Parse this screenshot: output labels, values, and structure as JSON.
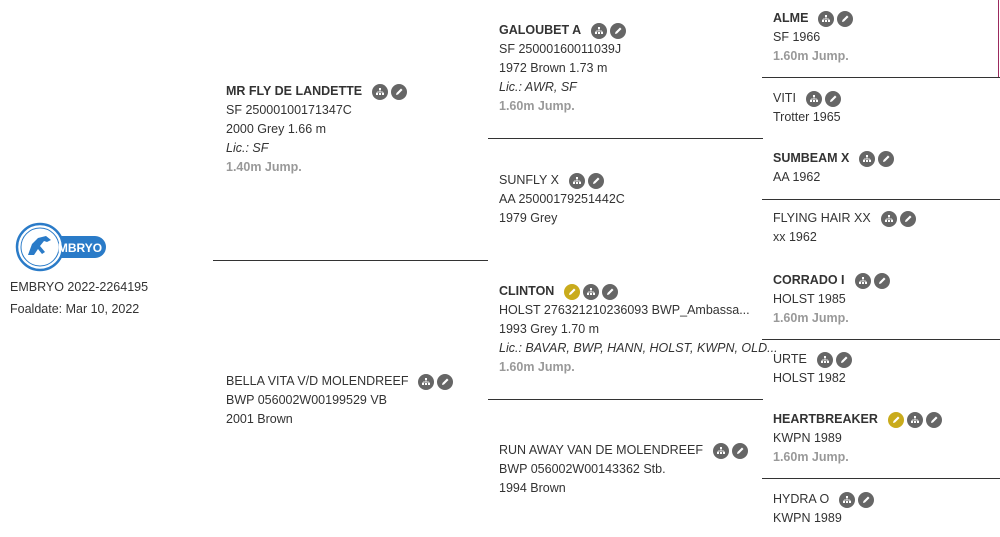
{
  "subject": {
    "logo_text": "EMBRYO",
    "id_line": "EMBRYO 2022-2264195",
    "foaldate": "Foaldate: Mar 10, 2022"
  },
  "sire": {
    "name": "MR FLY DE LANDETTE",
    "reg": "SF 25000100171347C",
    "desc": "2000 Grey 1.66 m",
    "lic": "Lic.: SF",
    "jump": "1.40m Jump."
  },
  "dam": {
    "name": "BELLA VITA V/D MOLENDREEF",
    "reg": "BWP 056002W00199529 VB",
    "desc": "2001 Brown"
  },
  "ss": {
    "name": "GALOUBET A",
    "reg": "SF 25000160011039J",
    "desc": "1972 Brown 1.73 m",
    "lic": "Lic.: AWR, SF",
    "jump": "1.60m Jump."
  },
  "sd": {
    "name": "SUNFLY X",
    "reg": "AA 25000179251442C",
    "desc": "1979 Grey"
  },
  "ds": {
    "name": "CLINTON",
    "reg": "HOLST 276321210236093 BWP_Ambassa...",
    "desc": "1993 Grey 1.70 m",
    "lic": "Lic.: BAVAR, BWP, HANN, HOLST, KWPN, OLD...",
    "jump": "1.60m Jump."
  },
  "dd": {
    "name": "RUN AWAY VAN DE MOLENDREEF",
    "reg": "BWP 056002W00143362 Stb.",
    "desc": "1994 Brown"
  },
  "g3": [
    {
      "name": "ALME",
      "desc": "SF 1966",
      "jump": "1.60m Jump."
    },
    {
      "name": "VITI",
      "desc": "Trotter 1965"
    },
    {
      "name": "SUMBEAM X",
      "desc": "AA 1962"
    },
    {
      "name": "FLYING HAIR XX",
      "desc": "xx 1962"
    },
    {
      "name": "CORRADO I",
      "desc": "HOLST 1985",
      "jump": "1.60m Jump."
    },
    {
      "name": "URTE",
      "desc": "HOLST 1982"
    },
    {
      "name": "HEARTBREAKER",
      "desc": "KWPN 1989",
      "jump": "1.60m Jump."
    },
    {
      "name": "HYDRA O",
      "desc": "KWPN 1989"
    }
  ],
  "colors": {
    "icon_gray": "#666666",
    "icon_gold": "#c9ab1c",
    "logo_blue": "#2a7bc8",
    "accent": "#9c2a5e"
  },
  "icons": {
    "tree": "pedigree-tree-icon",
    "edit": "pencil-edit-icon"
  }
}
